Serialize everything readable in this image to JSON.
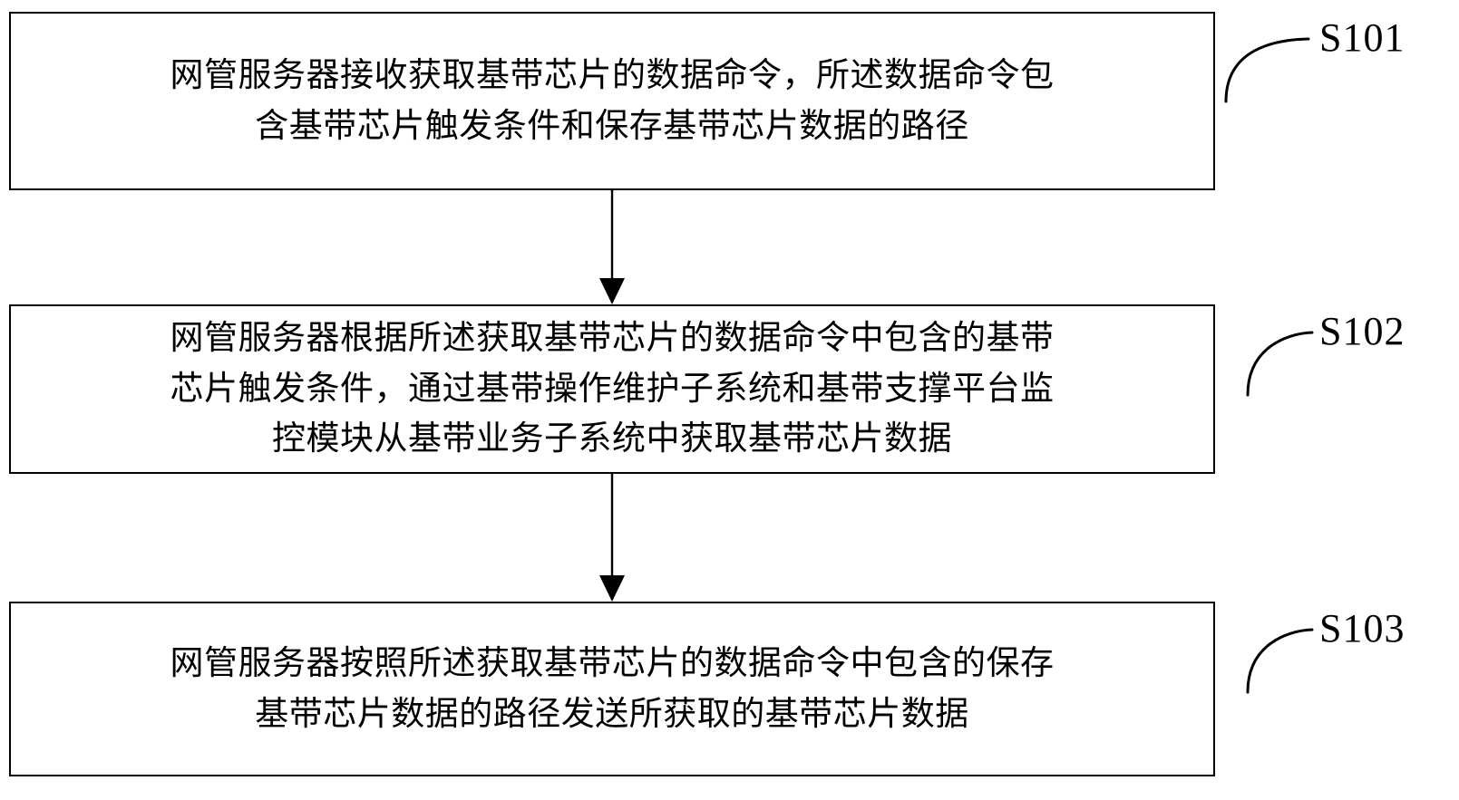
{
  "figure": {
    "type": "flowchart",
    "orientation": "vertical",
    "background_color": "#ffffff",
    "line_color": "#000000"
  },
  "steps": [
    {
      "id": "S101",
      "label": "S101",
      "text": "网管服务器接收获取基带芯片的数据命令，所述数据命令包\n含基带芯片触发条件和保存基带芯片数据的路径",
      "lines": [
        "网管服务器接收获取基带芯片的数据命令，所述数据命令包",
        "含基带芯片触发条件和保存基带芯片数据的路径"
      ]
    },
    {
      "id": "S102",
      "label": "S102",
      "text": "网管服务器根据所述获取基带芯片的数据命令中包含的基带\n芯片触发条件，通过基带操作维护子系统和基带支撑平台监\n控模块从基带业务子系统中获取基带芯片数据",
      "lines": [
        "网管服务器根据所述获取基带芯片的数据命令中包含的基带",
        "芯片触发条件，通过基带操作维护子系统和基带支撑平台监",
        "控模块从基带业务子系统中获取基带芯片数据"
      ]
    },
    {
      "id": "S103",
      "label": "S103",
      "text": "网管服务器按照所述获取基带芯片的数据命令中包含的保存\n基带芯片数据的路径发送所获取的基带芯片数据",
      "lines": [
        "网管服务器按照所述获取基带芯片的数据命令中包含的保存",
        "基带芯片数据的路径发送所获取的基带芯片数据"
      ]
    }
  ],
  "connectors": [
    {
      "name": "arrow-s101-to-s102",
      "from": "S101",
      "to": "S102"
    },
    {
      "name": "arrow-s102-to-s103",
      "from": "S102",
      "to": "S103"
    }
  ],
  "leader_lines": [
    {
      "name": "leader-s101",
      "target": "S101"
    },
    {
      "name": "leader-s102",
      "target": "S102"
    },
    {
      "name": "leader-s103",
      "target": "S103"
    }
  ]
}
